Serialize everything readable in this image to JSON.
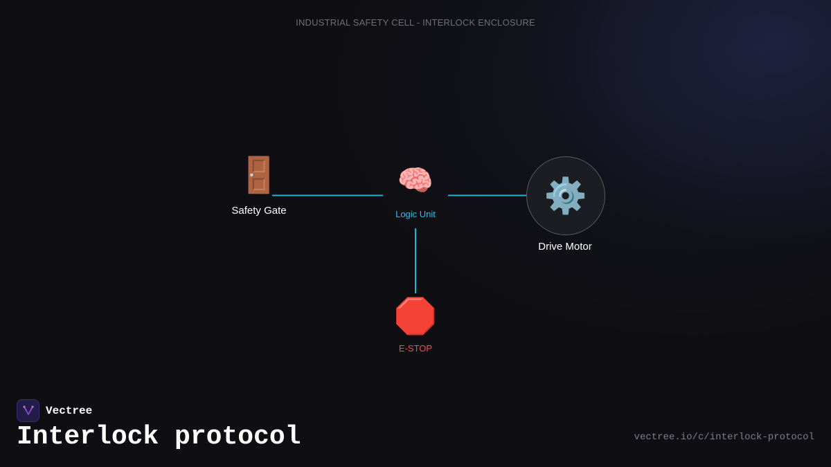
{
  "diagram": {
    "title": "INDUSTRIAL SAFETY CELL - INTERLOCK ENCLOSURE",
    "nodes": [
      {
        "id": "gate",
        "label": "Safety Gate",
        "icon": "door-icon",
        "glyph": "🚪"
      },
      {
        "id": "logic",
        "label": "Logic Unit",
        "icon": "brain-icon",
        "glyph": "🧠",
        "label_color": "#22c4e6"
      },
      {
        "id": "motor",
        "label": "Drive Motor",
        "icon": "gear-icon",
        "glyph": "⚙️"
      },
      {
        "id": "estop",
        "label": "E-STOP",
        "icon": "stop-sign-icon",
        "glyph": "🛑",
        "label_color": "#f0504a"
      }
    ],
    "edges": [
      {
        "from": "gate",
        "to": "logic"
      },
      {
        "from": "logic",
        "to": "motor"
      },
      {
        "from": "logic",
        "to": "estop"
      }
    ],
    "connector_color": "#1fb6d8"
  },
  "footer": {
    "brand": "Vectree",
    "brand_icon": "vectree-logo-icon",
    "heading": "Interlock protocol",
    "url": "vectree.io/c/interlock-protocol"
  },
  "colors": {
    "background": "#0f0f13",
    "accent": "#22c4e6",
    "danger": "#f0504a"
  }
}
